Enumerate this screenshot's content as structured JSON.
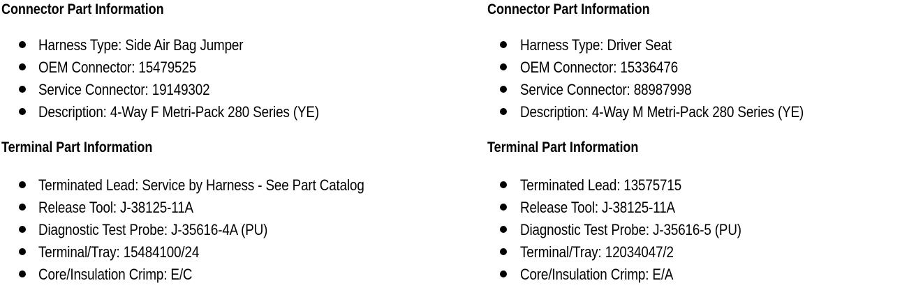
{
  "document": {
    "background_color": "#ffffff",
    "text_color": "#000000",
    "columns": 2
  },
  "left_column": {
    "connector_section": {
      "heading": "Connector Part Information",
      "items": [
        "Harness Type: Side Air Bag Jumper",
        "OEM Connector: 15479525",
        "Service Connector: 19149302",
        "Description: 4-Way F Metri-Pack 280 Series (YE)"
      ],
      "fields": {
        "harness_type": "Side Air Bag Jumper",
        "oem_connector": "15479525",
        "service_connector": "19149302",
        "description": "4-Way F Metri-Pack 280 Series (YE)"
      }
    },
    "terminal_section": {
      "heading": "Terminal Part Information",
      "items": [
        "Terminated Lead: Service by Harness - See Part Catalog",
        "Release Tool: J-38125-11A",
        "Diagnostic Test Probe: J-35616-4A (PU)",
        "Terminal/Tray: 15484100/24",
        "Core/Insulation Crimp: E/C"
      ],
      "fields": {
        "terminated_lead": "Service by Harness - See Part Catalog",
        "release_tool": "J-38125-11A",
        "diagnostic_test_probe": "J-35616-4A (PU)",
        "terminal_tray": "15484100/24",
        "core_insulation_crimp": "E/C"
      }
    }
  },
  "right_column": {
    "connector_section": {
      "heading": "Connector Part Information",
      "items": [
        "Harness Type: Driver Seat",
        "OEM Connector: 15336476",
        "Service Connector: 88987998",
        "Description: 4-Way M Metri-Pack 280 Series (YE)"
      ],
      "fields": {
        "harness_type": "Driver Seat",
        "oem_connector": "15336476",
        "service_connector": "88987998",
        "description": "4-Way M Metri-Pack 280 Series (YE)"
      }
    },
    "terminal_section": {
      "heading": "Terminal Part Information",
      "items": [
        "Terminated Lead: 13575715",
        "Release Tool: J-38125-11A",
        "Diagnostic Test Probe: J-35616-5 (PU)",
        "Terminal/Tray: 12034047/2",
        "Core/Insulation Crimp: E/A"
      ],
      "fields": {
        "terminated_lead": "13575715",
        "release_tool": "J-38125-11A",
        "diagnostic_test_probe": "J-35616-5 (PU)",
        "terminal_tray": "12034047/2",
        "core_insulation_crimp": "E/A"
      }
    }
  }
}
